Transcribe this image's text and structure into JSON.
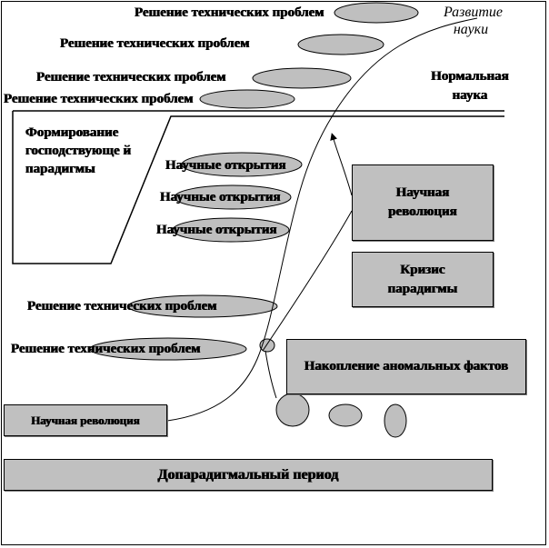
{
  "labels": {
    "tech_problems": "Решение технических проблем",
    "discoveries": "Научные открытия",
    "science_dev": "Развитие науки",
    "normal_science": "Нормальная наука",
    "forming_paradigm": "Формирование господствующе й парадигмы"
  },
  "boxes": {
    "revolution_right": "Научная революция",
    "crisis": "Кризис парадигмы",
    "anomalies": "Накопление аномальных фактов",
    "revolution_left": "Научная революция",
    "preparadigm": "Допарадигмальный период"
  },
  "colors": {
    "box_fill": "#c0c0c0",
    "ellipse_fill": "#bfbfbf",
    "line": "#000000"
  }
}
